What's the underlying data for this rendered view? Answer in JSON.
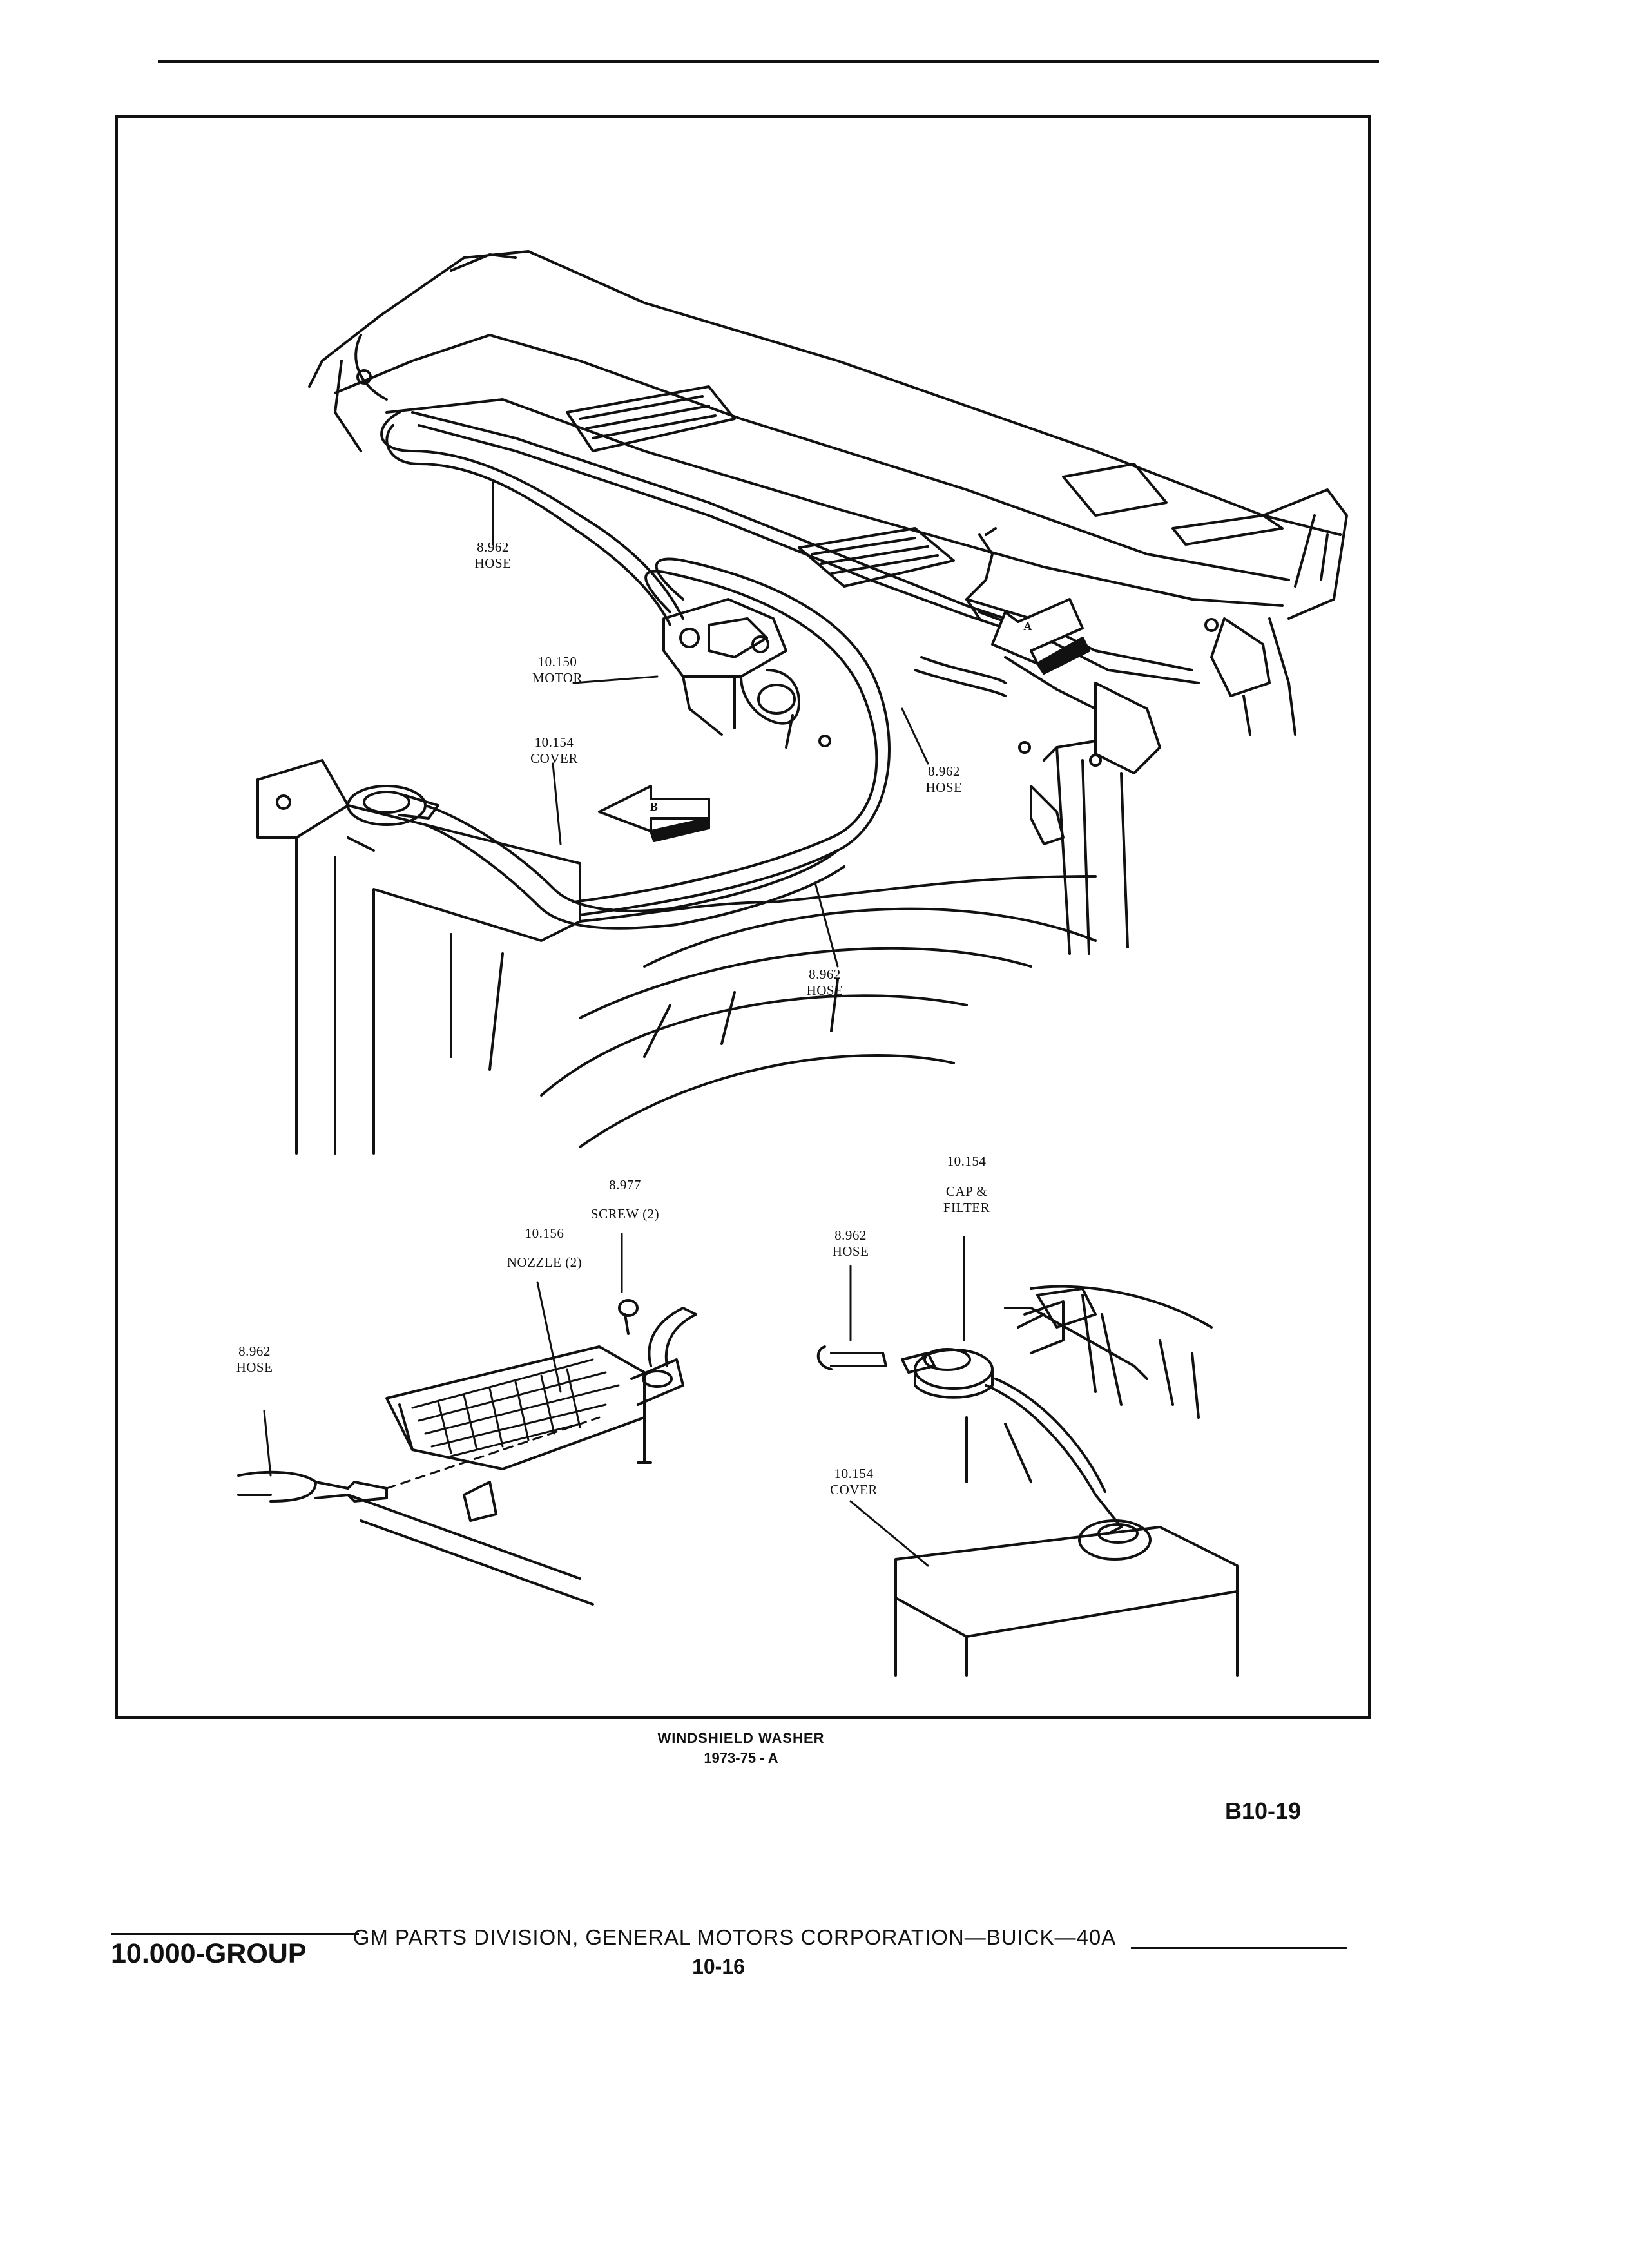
{
  "figure": {
    "caption_title": "WINDSHIELD WASHER",
    "caption_sub": "1973-75 - A",
    "ref_code": "B10-19",
    "arrows": {
      "a": "A",
      "b": "B"
    },
    "labels": {
      "hose_upper_left": [
        "8.962",
        "HOSE"
      ],
      "motor": [
        "10.150",
        "MOTOR"
      ],
      "cover_main": [
        "10.154",
        "COVER"
      ],
      "hose_right": [
        "8.962",
        "HOSE"
      ],
      "hose_bottom": [
        "8.962",
        "HOSE"
      ],
      "screw": [
        "8.977",
        "SCREW (2)"
      ],
      "nozzle": [
        "10.156",
        "NOZZLE (2)"
      ],
      "hose_nozzle": [
        "8.962",
        "HOSE"
      ],
      "cap_filter": [
        "10.154",
        "CAP &",
        "FILTER"
      ],
      "hose_cap": [
        "8.962",
        "HOSE"
      ],
      "cover_reservoir": [
        "10.154",
        "COVER"
      ]
    }
  },
  "footer": {
    "group": "10.000-GROUP",
    "corporation": "GM PARTS DIVISION,  GENERAL MOTORS CORPORATION—BUICK—40A",
    "page_number": "10-16"
  },
  "colors": {
    "ink": "#111111",
    "paper": "#ffffff"
  }
}
